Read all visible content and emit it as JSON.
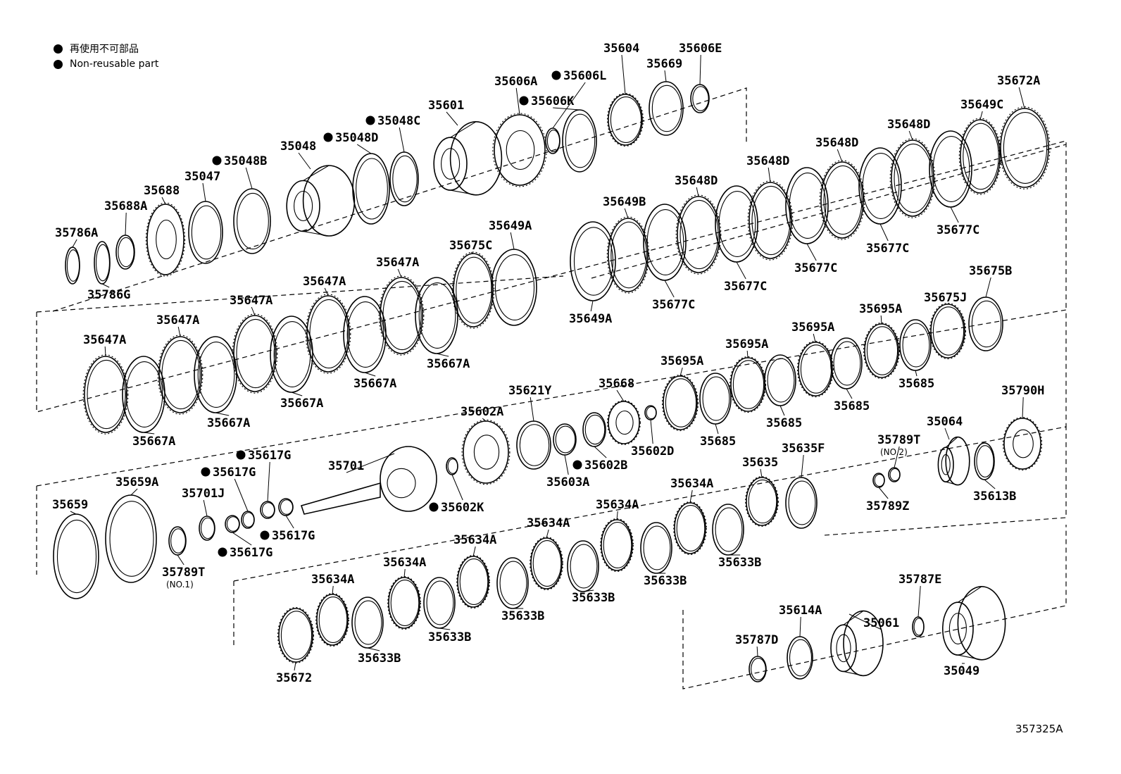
{
  "legend": {
    "line_jp": "再使用不可部品",
    "line_en": "Non-reusable part"
  },
  "figure_id": "357325A",
  "notes": {
    "no1": "(NO.1)",
    "no2": "(NO.2)"
  },
  "parts": [
    {
      "label": "35786A",
      "dot": false
    },
    {
      "label": "35786G",
      "dot": false
    },
    {
      "label": "35688A",
      "dot": false
    },
    {
      "label": "35688",
      "dot": false
    },
    {
      "label": "35047",
      "dot": false
    },
    {
      "label": "35048B",
      "dot": true
    },
    {
      "label": "35048",
      "dot": false
    },
    {
      "label": "35048D",
      "dot": true
    },
    {
      "label": "35048C",
      "dot": true
    },
    {
      "label": "35601",
      "dot": false
    },
    {
      "label": "35606A",
      "dot": false
    },
    {
      "label": "35606L",
      "dot": true
    },
    {
      "label": "35606K",
      "dot": true
    },
    {
      "label": "35604",
      "dot": false
    },
    {
      "label": "35669",
      "dot": false
    },
    {
      "label": "35606E",
      "dot": false
    },
    {
      "label": "35672A",
      "dot": false
    },
    {
      "label": "35649C",
      "dot": false
    },
    {
      "label": "35648D",
      "dot": false
    },
    {
      "label": "35648D",
      "dot": false
    },
    {
      "label": "35648D",
      "dot": false
    },
    {
      "label": "35648D",
      "dot": false
    },
    {
      "label": "35649B",
      "dot": false
    },
    {
      "label": "35649A",
      "dot": false
    },
    {
      "label": "35677C",
      "dot": false
    },
    {
      "label": "35677C",
      "dot": false
    },
    {
      "label": "35677C",
      "dot": false
    },
    {
      "label": "35677C",
      "dot": false
    },
    {
      "label": "35677C",
      "dot": false
    },
    {
      "label": "35649A",
      "dot": false
    },
    {
      "label": "35675C",
      "dot": false
    },
    {
      "label": "35647A",
      "dot": false
    },
    {
      "label": "35647A",
      "dot": false
    },
    {
      "label": "35647A",
      "dot": false
    },
    {
      "label": "35647A",
      "dot": false
    },
    {
      "label": "35647A",
      "dot": false
    },
    {
      "label": "35667A",
      "dot": false
    },
    {
      "label": "35667A",
      "dot": false
    },
    {
      "label": "35667A",
      "dot": false
    },
    {
      "label": "35667A",
      "dot": false
    },
    {
      "label": "35667A",
      "dot": false
    },
    {
      "label": "35675B",
      "dot": false
    },
    {
      "label": "35675J",
      "dot": false
    },
    {
      "label": "35695A",
      "dot": false
    },
    {
      "label": "35695A",
      "dot": false
    },
    {
      "label": "35695A",
      "dot": false
    },
    {
      "label": "35695A",
      "dot": false
    },
    {
      "label": "35685",
      "dot": false
    },
    {
      "label": "35685",
      "dot": false
    },
    {
      "label": "35685",
      "dot": false
    },
    {
      "label": "35685",
      "dot": false
    },
    {
      "label": "35668",
      "dot": false
    },
    {
      "label": "35602D",
      "dot": false
    },
    {
      "label": "35621Y",
      "dot": false
    },
    {
      "label": "35602A",
      "dot": false
    },
    {
      "label": "35603A",
      "dot": false
    },
    {
      "label": "35602B",
      "dot": true
    },
    {
      "label": "35602K",
      "dot": true
    },
    {
      "label": "35701",
      "dot": false
    },
    {
      "label": "35617G",
      "dot": true
    },
    {
      "label": "35617G",
      "dot": true
    },
    {
      "label": "35617G",
      "dot": true
    },
    {
      "label": "35617G",
      "dot": true
    },
    {
      "label": "35701J",
      "dot": false
    },
    {
      "label": "35659A",
      "dot": false
    },
    {
      "label": "35659",
      "dot": false
    },
    {
      "label": "35789T",
      "dot": false
    },
    {
      "label": "35789T",
      "dot": false
    },
    {
      "label": "35789Z",
      "dot": false
    },
    {
      "label": "35064",
      "dot": false
    },
    {
      "label": "35790H",
      "dot": false
    },
    {
      "label": "35613B",
      "dot": false
    },
    {
      "label": "35635F",
      "dot": false
    },
    {
      "label": "35635",
      "dot": false
    },
    {
      "label": "35634A",
      "dot": false
    },
    {
      "label": "35634A",
      "dot": false
    },
    {
      "label": "35634A",
      "dot": false
    },
    {
      "label": "35634A",
      "dot": false
    },
    {
      "label": "35634A",
      "dot": false
    },
    {
      "label": "35634A",
      "dot": false
    },
    {
      "label": "35633B",
      "dot": false
    },
    {
      "label": "35633B",
      "dot": false
    },
    {
      "label": "35633B",
      "dot": false
    },
    {
      "label": "35633B",
      "dot": false
    },
    {
      "label": "35633B",
      "dot": false
    },
    {
      "label": "35633B",
      "dot": false
    },
    {
      "label": "35672",
      "dot": false
    },
    {
      "label": "35787E",
      "dot": false
    },
    {
      "label": "35614A",
      "dot": false
    },
    {
      "label": "35061",
      "dot": false
    },
    {
      "label": "35787D",
      "dot": false
    },
    {
      "label": "35049",
      "dot": false
    }
  ]
}
